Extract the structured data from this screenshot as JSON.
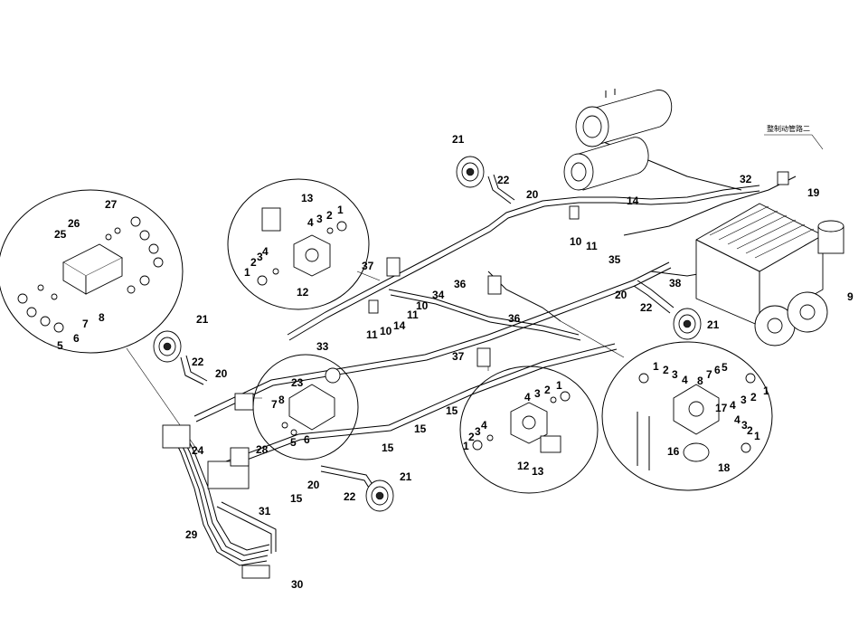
{
  "note_label": "整制动管路二",
  "callouts": {
    "c1": "13",
    "c2": "4",
    "c3": "3",
    "c4": "2",
    "c5": "1",
    "c6": "4",
    "c7": "3",
    "c8": "2",
    "c9": "1",
    "c10": "12",
    "c11": "27",
    "c12": "25",
    "c13": "26",
    "c14": "7",
    "c15": "8",
    "c16": "5",
    "c17": "6",
    "c18": "21",
    "c19": "22",
    "c20": "20",
    "c21": "14",
    "c22": "10",
    "c23": "11",
    "c24": "37",
    "c25": "34",
    "c26": "36",
    "c27": "10",
    "c28": "11",
    "c29": "11",
    "c30": "10",
    "c31": "14",
    "c32": "33",
    "c33": "21",
    "c34": "22",
    "c35": "20",
    "c36": "23",
    "c37": "7",
    "c38": "8",
    "c39": "5",
    "c40": "6",
    "c41": "24",
    "c42": "28",
    "c43": "31",
    "c44": "29",
    "c45": "30",
    "c46": "15",
    "c47": "20",
    "c48": "22",
    "c49": "21",
    "c50": "15",
    "c51": "15",
    "c52": "15",
    "c53": "37",
    "c54": "36",
    "c55": "35",
    "c56": "38",
    "c57": "20",
    "c58": "22",
    "c59": "21",
    "c60": "4",
    "c61": "3",
    "c62": "2",
    "c63": "1",
    "c64": "2",
    "c65": "3",
    "c66": "4",
    "c67": "1",
    "c68": "12",
    "c69": "13",
    "c70": "32",
    "c71": "19",
    "c72": "9",
    "c73": "1",
    "c74": "2",
    "c75": "3",
    "c76": "4",
    "c77": "8",
    "c78": "7",
    "c79": "6",
    "c80": "5",
    "c81": "2",
    "c82": "3",
    "c83": "4",
    "c84": "17",
    "c85": "1",
    "c86": "4",
    "c87": "3",
    "c88": "2",
    "c89": "1",
    "c90": "16",
    "c91": "18"
  }
}
